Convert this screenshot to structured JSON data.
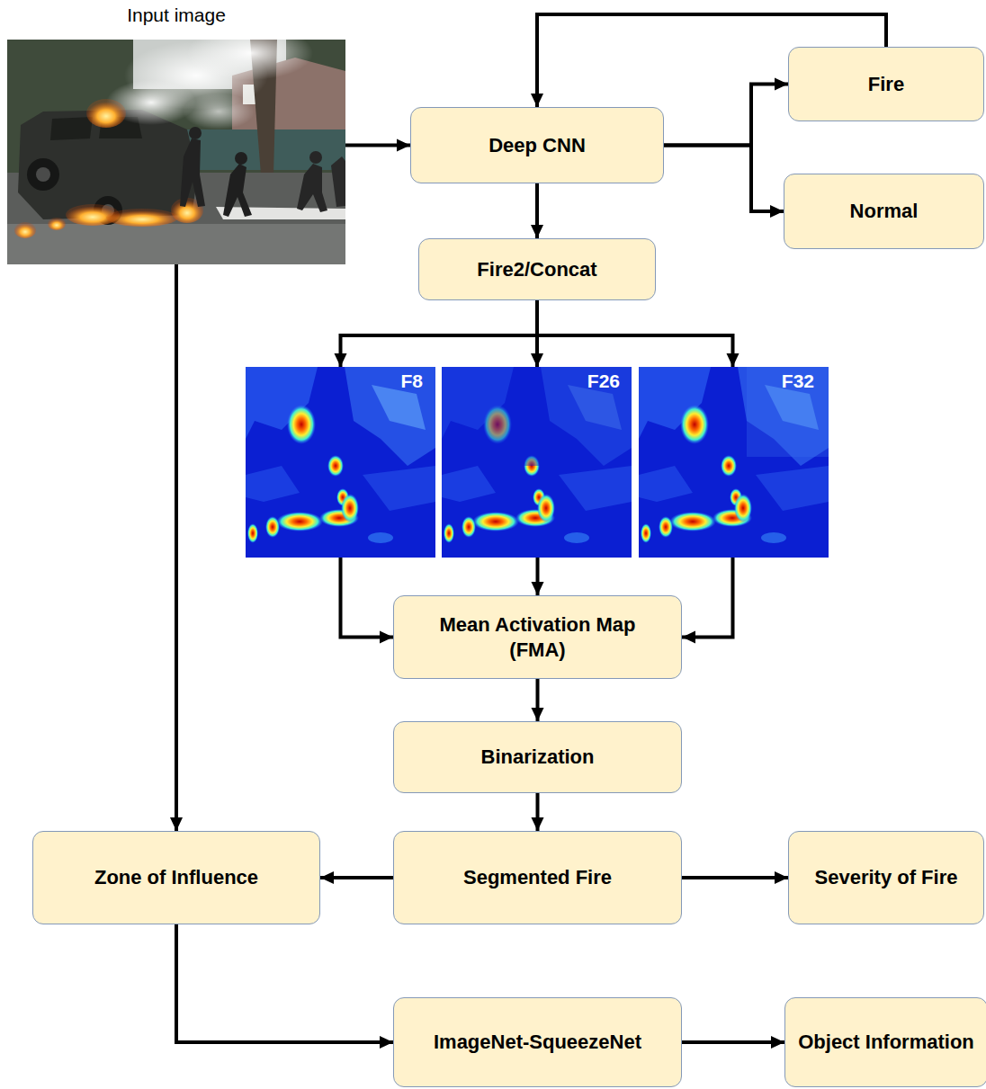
{
  "diagram": {
    "nodes": [
      {
        "text": [
          "Input image"
        ]
      },
      {
        "text": [
          "Deep CNN"
        ]
      },
      {
        "text": [
          "Fire"
        ]
      },
      {
        "text": [
          "Normal"
        ]
      },
      {
        "text": [
          "Fire2/Concat"
        ]
      },
      {
        "text": [
          "F8"
        ]
      },
      {
        "text": [
          "F26"
        ]
      },
      {
        "text": [
          "F32"
        ]
      },
      {
        "text": [
          "Mean Activation Map (FMA)"
        ]
      },
      {
        "text": [
          "Binarization"
        ]
      },
      {
        "text": [
          "Zone of Influence"
        ]
      },
      {
        "text": [
          "Segmented Fire"
        ]
      },
      {
        "text": [
          "Severity of Fire"
        ]
      },
      {
        "text": [
          "ImageNet-SqueezeNet"
        ]
      },
      {
        "text": [
          "Object Information"
        ]
      }
    ],
    "edges": [
      {
        "from": 0,
        "to": 1,
        "arrow": "to"
      },
      {
        "from": 1,
        "to": 2,
        "arrow": "to"
      },
      {
        "from": 1,
        "to": 3,
        "arrow": "to"
      },
      {
        "from": 2,
        "to": 1,
        "arrow": "to"
      },
      {
        "from": 1,
        "to": 4,
        "arrow": "to"
      },
      {
        "from": 4,
        "to": 5,
        "arrow": "to"
      },
      {
        "from": 4,
        "to": 6,
        "arrow": "to"
      },
      {
        "from": 4,
        "to": 7,
        "arrow": "to"
      },
      {
        "from": 5,
        "to": 8,
        "arrow": "to"
      },
      {
        "from": 6,
        "to": 8,
        "arrow": "to"
      },
      {
        "from": 7,
        "to": 8,
        "arrow": "to"
      },
      {
        "from": 8,
        "to": 9,
        "arrow": "to"
      },
      {
        "from": 9,
        "to": 11,
        "arrow": "to"
      },
      {
        "from": 0,
        "to": 10,
        "arrow": "to"
      },
      {
        "from": 11,
        "to": 10,
        "arrow": "to"
      },
      {
        "from": 11,
        "to": 12,
        "arrow": "to"
      },
      {
        "from": 10,
        "to": 13,
        "arrow": "to"
      },
      {
        "from": 13,
        "to": 14,
        "arrow": "to"
      }
    ]
  }
}
